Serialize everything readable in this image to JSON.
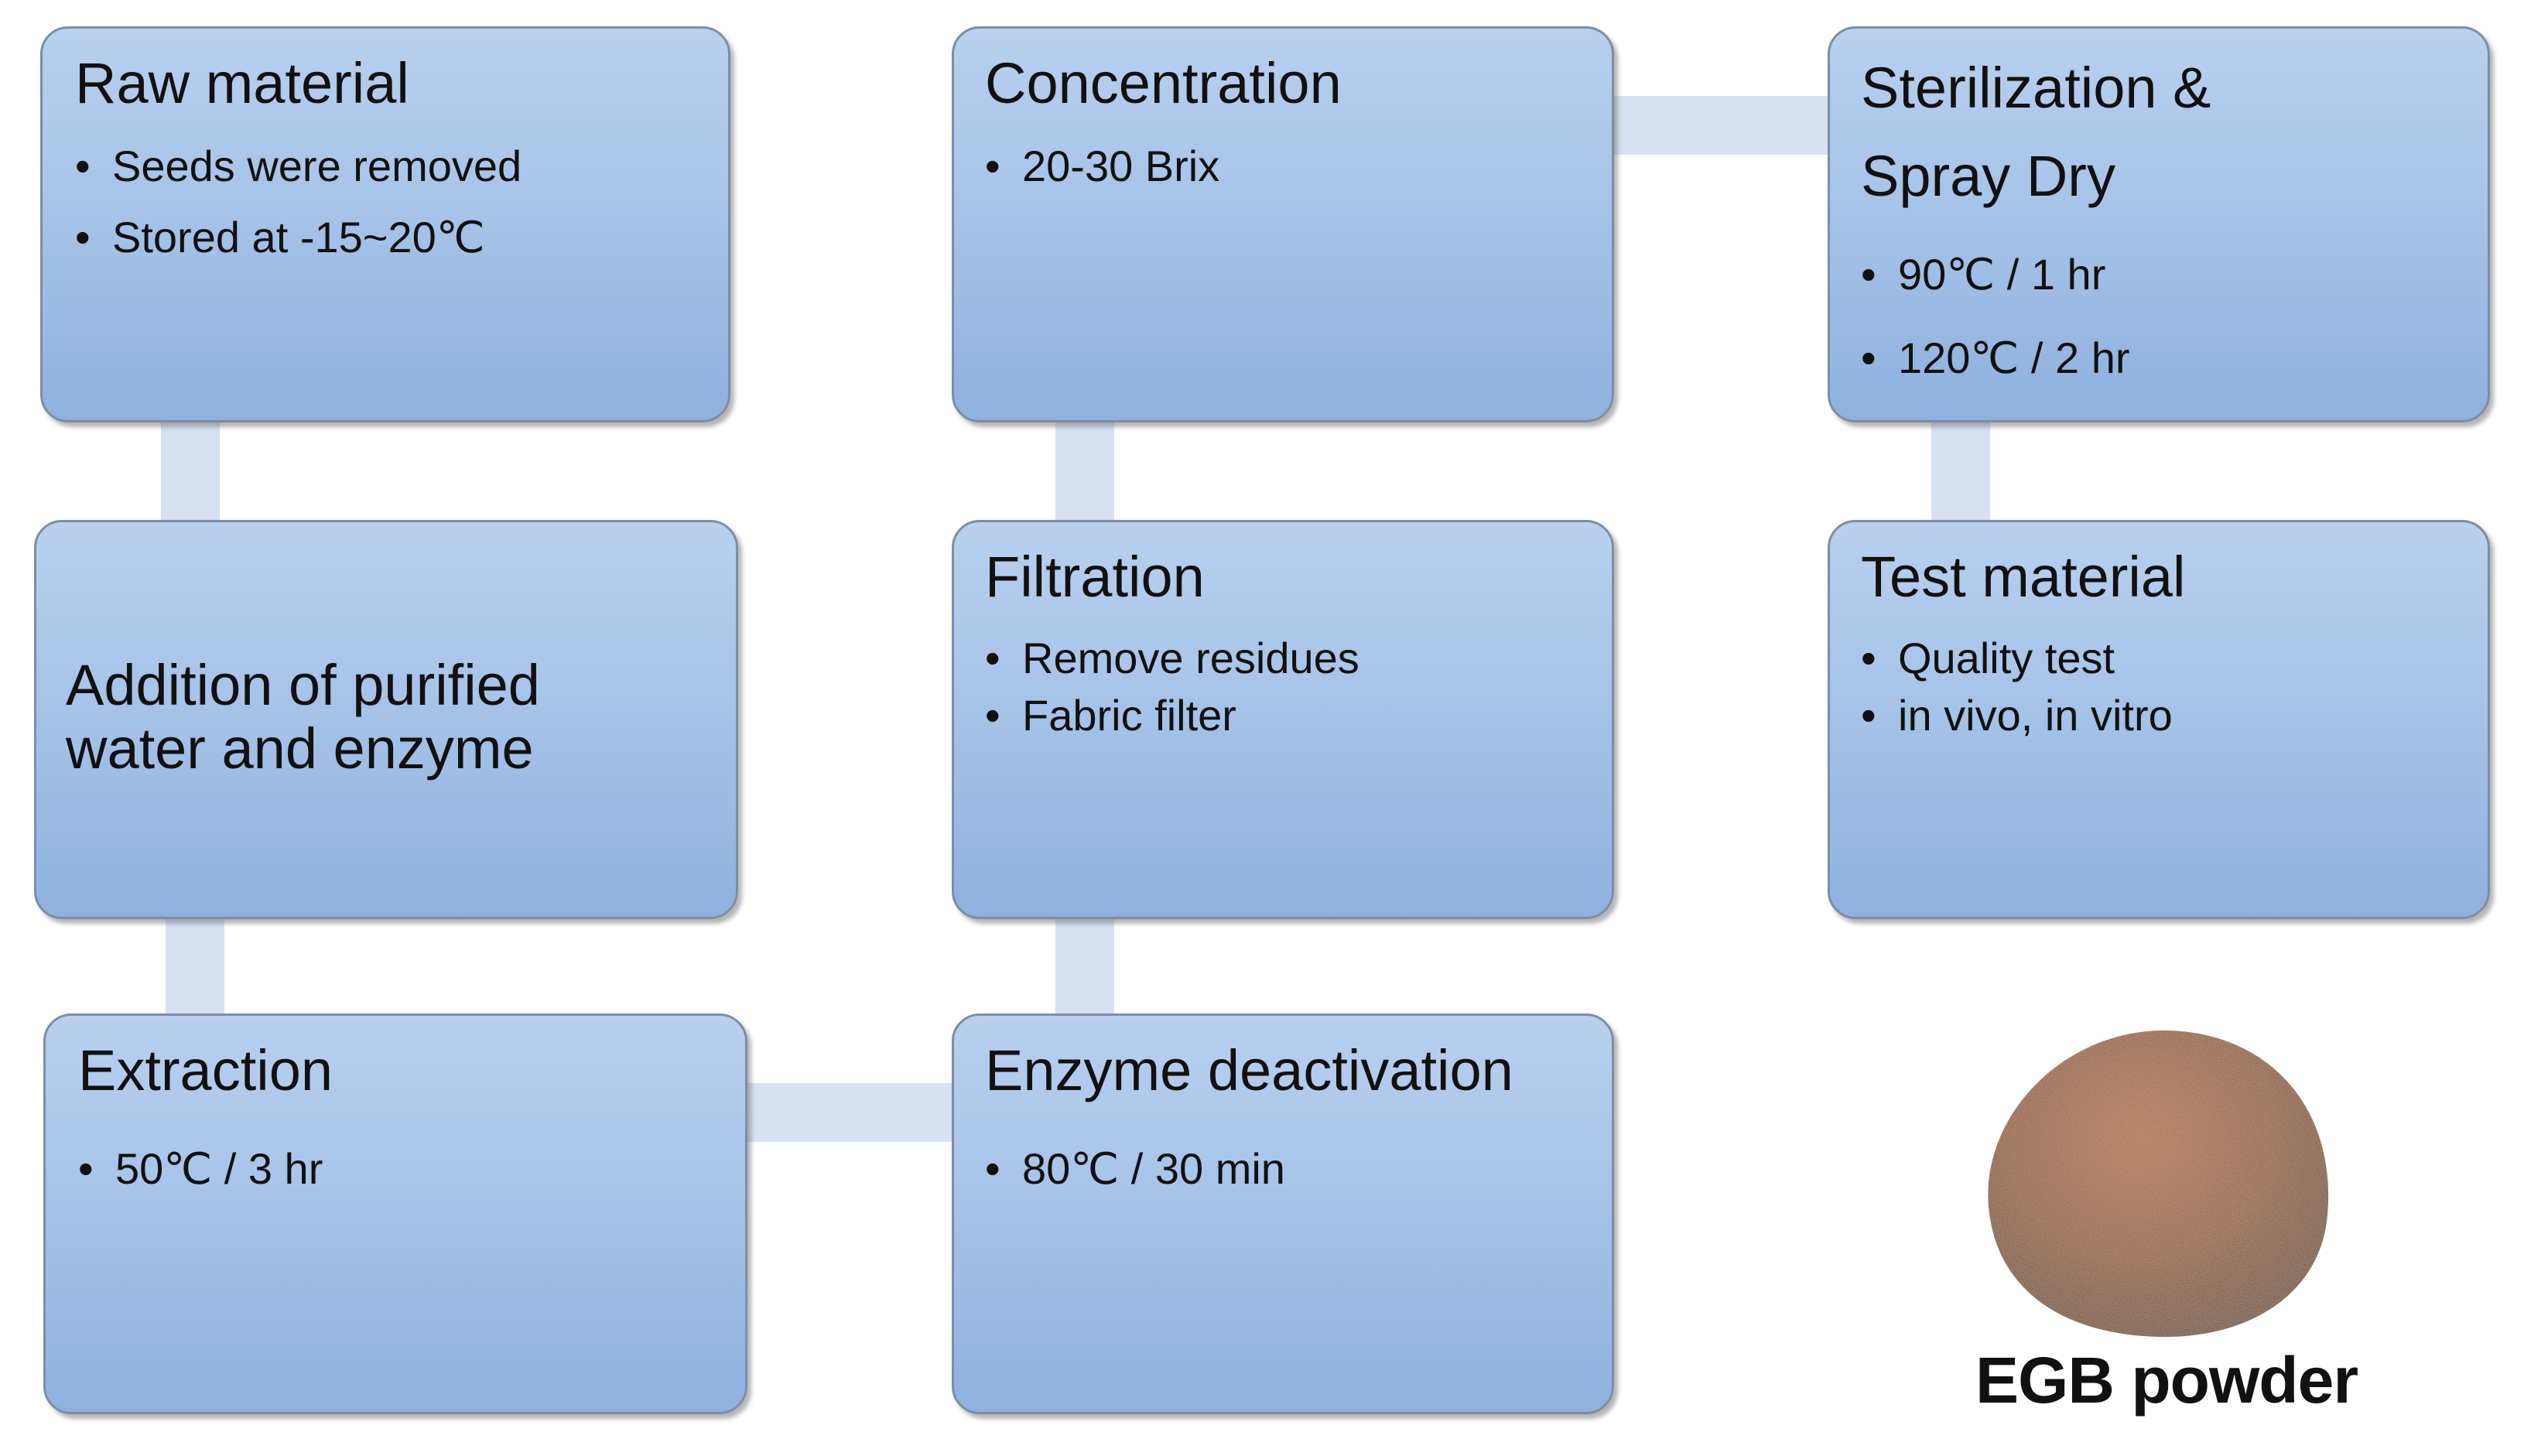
{
  "steps": {
    "raw_material": {
      "title": "Raw material",
      "bullets": [
        "Seeds were removed",
        "Stored at -15~20℃"
      ]
    },
    "addition": {
      "title": "Addition of purified water and enzyme"
    },
    "extraction": {
      "title": "Extraction",
      "bullets": [
        "50℃ / 3 hr"
      ]
    },
    "concentration": {
      "title": "Concentration",
      "bullets": [
        "20-30 Brix"
      ]
    },
    "filtration": {
      "title": "Filtration",
      "bullets": [
        "Remove residues",
        "Fabric filter"
      ]
    },
    "enzyme_deactivation": {
      "title": "Enzyme deactivation",
      "bullets": [
        "80℃ / 30 min"
      ]
    },
    "sterilization": {
      "title_line1": "Sterilization &",
      "title_line2": "Spray Dry",
      "bullets": [
        "90℃ / 1 hr",
        "120℃ / 2 hr"
      ]
    },
    "test_material": {
      "title": "Test material",
      "bullets": [
        "Quality test",
        "in vivo, in vitro"
      ]
    }
  },
  "bullet_glyph": "•",
  "powder": {
    "caption": "EGB powder",
    "icon": "powder-mound-image"
  },
  "colors": {
    "box_fill_top": "#b9d0ee",
    "box_fill_bottom": "#8fb1df",
    "box_border": "#7c8ea6",
    "connector": "#d6e1f1",
    "powder": "#8b4a22"
  }
}
